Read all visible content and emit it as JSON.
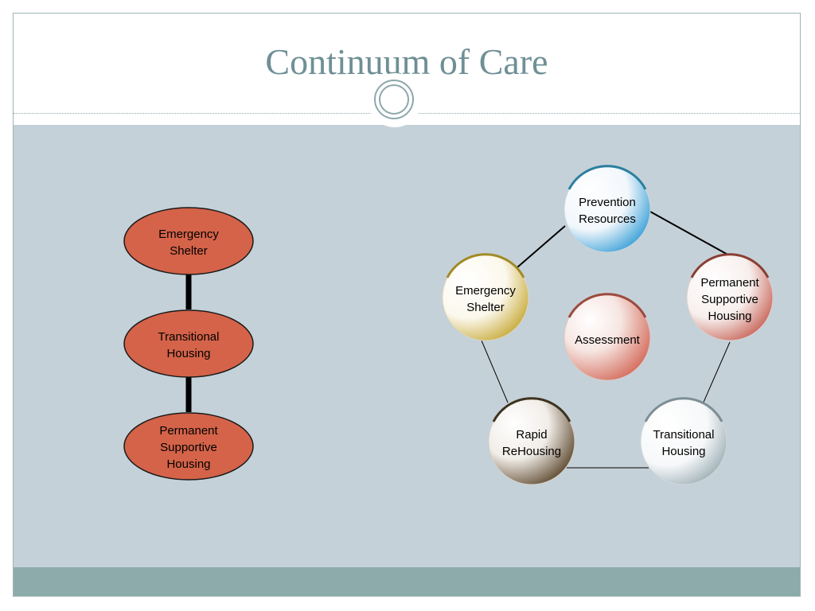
{
  "slide": {
    "title": "Continuum of Care"
  },
  "linear_flow": {
    "nodes": [
      {
        "lines": [
          "Emergency",
          "Shelter"
        ]
      },
      {
        "lines": [
          "Transitional",
          "Housing"
        ]
      },
      {
        "lines": [
          "Permanent",
          "Supportive",
          "Housing"
        ]
      }
    ],
    "fill_color": "#d46349"
  },
  "cycle": {
    "nodes": [
      {
        "key": "prevention",
        "lines": [
          "Prevention",
          "Resources"
        ],
        "accent": "#3aa0d8"
      },
      {
        "key": "permanent",
        "lines": [
          "Permanent",
          "Supportive",
          "Housing"
        ],
        "accent": "#c8665a"
      },
      {
        "key": "transitional",
        "lines": [
          "Transitional",
          "Housing"
        ],
        "accent": "#8fa2a9"
      },
      {
        "key": "rapid",
        "lines": [
          "Rapid",
          "ReHousing"
        ],
        "accent": "#6e5a3e"
      },
      {
        "key": "emergency",
        "lines": [
          "Emergency",
          "Shelter"
        ],
        "accent": "#c8aa3a"
      }
    ],
    "center": {
      "lines": [
        "Assessment"
      ],
      "accent": "#d46a5a"
    }
  }
}
